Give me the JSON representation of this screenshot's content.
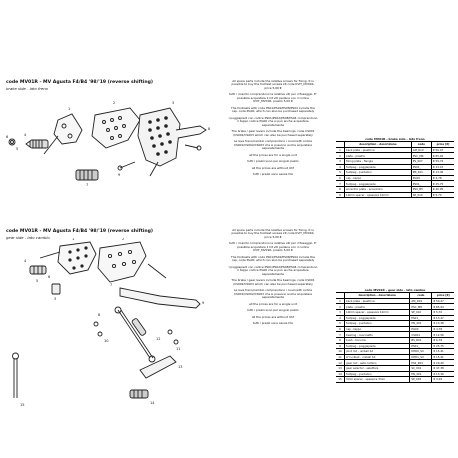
{
  "brake_section": {
    "title": "code MV01R - MV Agusta F4/B4 '98/'19 (reverse shifting)",
    "subtitle": "brake side - lato freno"
  },
  "gear_section": {
    "title": "code MV01R - MV Agusta F4/B4 '98/'19 (reverse shifting)",
    "subtitle": "gear side - lato cambio"
  },
  "notes_brake": [
    "All spare parts include the relative screws for fixing. It is possible to buy the footrest screws kit code KVIT_MV01R, price 5,00 €",
    "tutti i ricambi comprendono le relative viti per il fissaggio. E' possibile acquistare il kit viti pedane con il codice KVIT_MV01R, prezzo 5,00 €",
    "The footrests with code PS01/PS02/PS08/PS04 include the cap, code PG00, which can also be purchased separately",
    "I poggiapiedi con codice PS01/PS02/PS08/PS04 comprendono il tappo codice PG00 che si può anche acquistare separatamente",
    "The brake / gear levers include the bearings, code CS001 /CS002/CS003 which can also be purchased separately",
    "Le leve freno/cambio comprendono i cuscinetti codice CS001/CS002/CS003 che si possono anche acquistare separatamente",
    "all the prices are for a single unit",
    "tutti i prezzi sono per singolo pezzo",
    "all the prices are without VAT",
    "tutti i prezzi sono senza IVA"
  ],
  "notes_gear": [
    "All spare parts include the relative screws for fixing. It is possible to buy the footrest screws kit code KVIT_MV01R, price 5,00 €",
    "tutti i ricambi comprendono le relative viti per il fissaggio. E' possibile acquistare il kit viti pedane con il codice KVIT_MV01R, prezzo 5,00 €",
    "The footrests with code PS01/PS02/PS08/PS04 include the cap, code PG00, which can also be purchased separately",
    "I poggiapiedi con codice PS01/PS02/PS08/PS04 comprendono il tappo codice PG00 che si può anche acquistare separatamente",
    "The brake / gear levers include the bearings, code CS001 /CS002/CS003 which can also be purchased separately",
    "Le leve freno/cambio comprendono i cuscinetti codice CS001/CS002/CS003 che si possono anche acquistare separatamente",
    "all the prices are for a single unit",
    "tutti i prezzi sono per singolo pezzo",
    "all the prices are without VAT",
    "tutti i prezzi sono senza IVA"
  ],
  "brake_table": {
    "title": "code MV01R - brake side - lato freno",
    "headers": [
      "",
      "description - descrizione",
      "code",
      "price [€]"
    ],
    "rows": [
      [
        "1",
        "back plate - piastrina",
        "AM_R19",
        "€ 50,47"
      ],
      [
        "2",
        "plate - piastra",
        "PSC_MR",
        "€ 65,94"
      ],
      [
        "3",
        "fixing plate - flangia",
        "PS_007",
        "€ 59,74"
      ],
      [
        "4",
        "footpeg - poggiapiede",
        "PS01_",
        "€ 13,47"
      ],
      [
        "5",
        "footpeg - puntalino",
        "PN_401",
        "€ 13,36"
      ],
      [
        "6",
        "cap - tappo",
        "PG00",
        "€ 4,78"
      ],
      [
        "7",
        "footpeg - poggiapiede",
        "PS01_",
        "€ 25,75"
      ],
      [
        "8",
        "eccentric plate - eccentrico",
        "PSX_B5",
        "€ 40,95"
      ],
      [
        "9",
        "10mm spacer - spessore 10mm",
        "SP_010",
        "€ 5,70"
      ]
    ]
  },
  "gear_table": {
    "title": "code MV01R - gear side - lato cambio",
    "headers": [
      "",
      "description - descrizione",
      "code",
      "price [€]"
    ],
    "rows": [
      [
        "1",
        "back plate - piastrina",
        "AM_R19",
        "€ 50,47"
      ],
      [
        "2",
        "plate - piastra",
        "PSC_MR",
        "€ 65,94"
      ],
      [
        "3",
        "10mm spacer - spessore 10mm",
        "SP_010",
        "€ 5,70"
      ],
      [
        "4",
        "footpeg - poggiapiede",
        "PS01_",
        "€ 13,47"
      ],
      [
        "5",
        "footpeg - puntalino",
        "PN_401",
        "€ 13,36"
      ],
      [
        "6",
        "cap - tappo",
        "PG00",
        "€ 4,78"
      ],
      [
        "7",
        "bearing - cuscinetto",
        "CS001",
        "€ 12,56"
      ],
      [
        "8",
        "bush - boccola",
        "BS_R01",
        "€ 6,78"
      ],
      [
        "9",
        "footpeg - poggiapiede",
        "PS01_",
        "€ 25,75"
      ],
      [
        "10",
        "joint rod - uniball SX",
        "KHD0_SX",
        "€ 15,41"
      ],
      [
        "11",
        "LH uniball - uniball SX",
        "KHD1_SX",
        "€ 15,41"
      ],
      [
        "12",
        "gear rod - asta cambio",
        "PS2_R01",
        "€ 29,40"
      ],
      [
        "13",
        "gear selector - selettore",
        "SC_001",
        "€ 47,38"
      ],
      [
        "14",
        "footpeg - puntalino",
        "PN_401",
        "€ 13,36"
      ],
      [
        "15",
        "3mm spacer - spessore 3mm",
        "SP_003",
        "€ 3,09"
      ]
    ]
  },
  "brake_callouts": [
    "1",
    "2",
    "3",
    "4",
    "5",
    "6",
    "7",
    "8",
    "9"
  ],
  "gear_callouts": [
    "1",
    "2",
    "3",
    "4",
    "5",
    "6",
    "7",
    "8",
    "9",
    "10",
    "11",
    "12",
    "13",
    "14",
    "15"
  ]
}
